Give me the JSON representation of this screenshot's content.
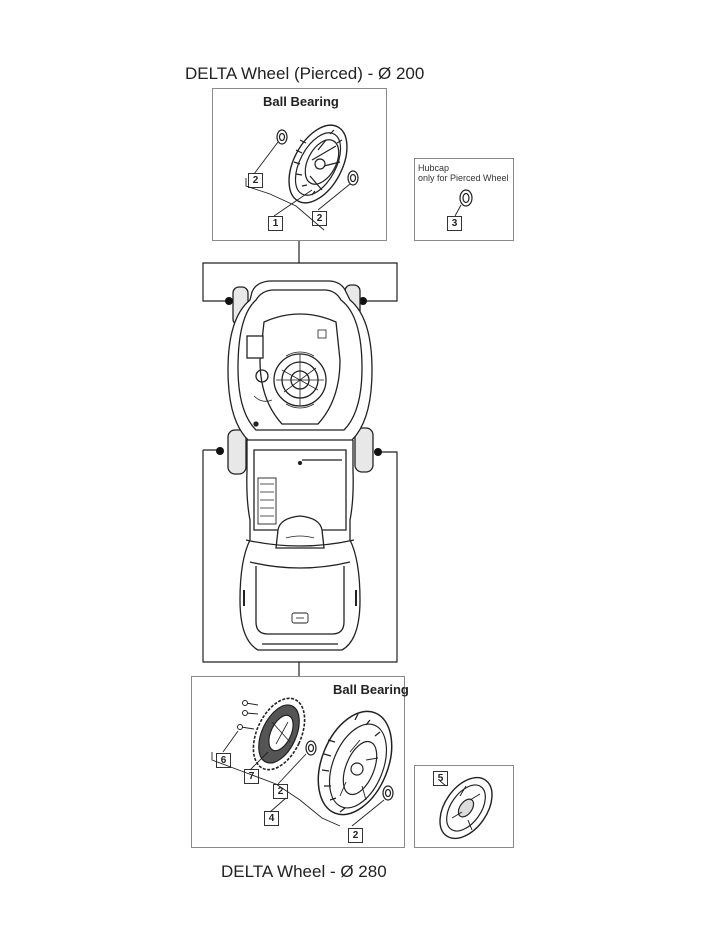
{
  "top_section": {
    "title": "DELTA Wheel (Pierced) -  Ø 200",
    "panel_title": "Ball Bearing",
    "callouts": [
      "2",
      "1",
      "2"
    ]
  },
  "hubcap_section": {
    "label_line1": "Hubcap",
    "label_line2": "only for Pierced Wheel",
    "callout": "3"
  },
  "bottom_section": {
    "panel_title": "Ball Bearing",
    "callouts": [
      "6",
      "7",
      "2",
      "4",
      "2"
    ],
    "title": "DELTA Wheel -  Ø 280"
  },
  "hubcap_large": {
    "callout": "5"
  }
}
